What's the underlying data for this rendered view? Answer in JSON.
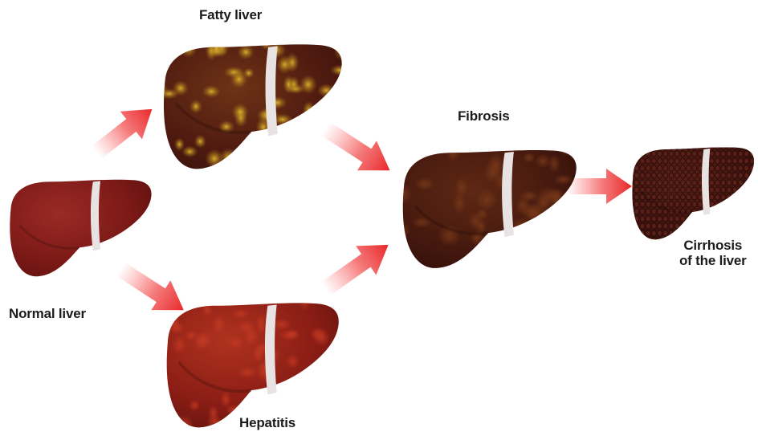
{
  "stages": {
    "fatty": "Fatty liver",
    "fibrosis": "Fibrosis",
    "normal": "Normal liver",
    "hepatitis": "Hepatitis",
    "cirrhosis_line1": "Cirrhosis",
    "cirrhosis_line2": "of the liver"
  },
  "colors": {
    "normal_liver": "#7d1a17",
    "fatty_liver": "#5a1e12",
    "fat_spots": "#c9a01e",
    "hepatitis_liver": "#8c1d16",
    "fibrosis_liver": "#4a1a10",
    "cirrhosis_liver": "#3e1510",
    "ligament": "#e9e2e2",
    "arrow": "#e8282a"
  }
}
